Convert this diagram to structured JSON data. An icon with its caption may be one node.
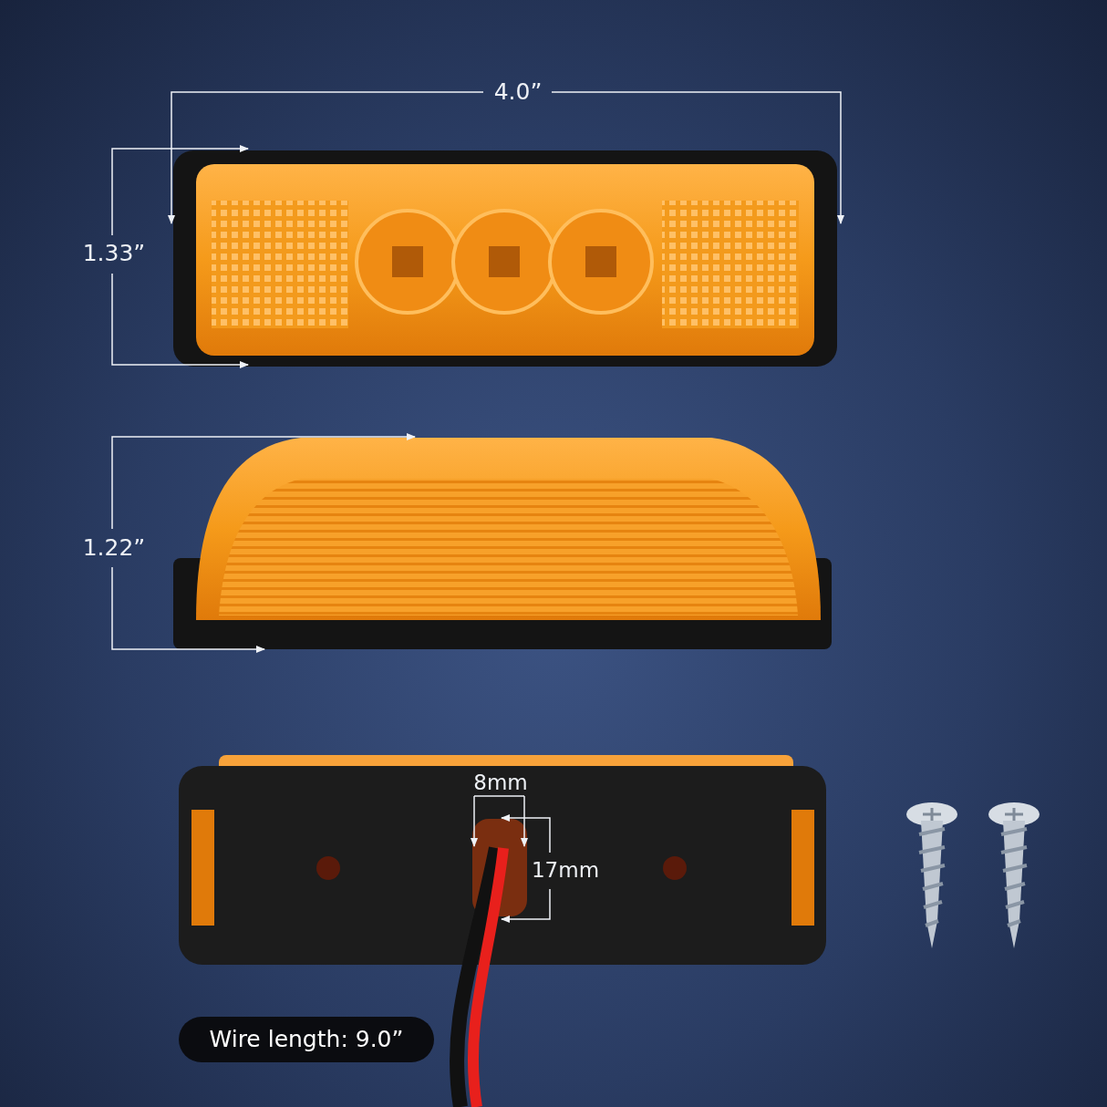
{
  "diagram": {
    "nodes": [
      {
        "text": [
          "Wire length: 9.0”"
        ]
      }
    ],
    "labels": [
      "4.0”",
      "1.33”",
      "1.22”",
      "8mm",
      "17mm"
    ]
  }
}
